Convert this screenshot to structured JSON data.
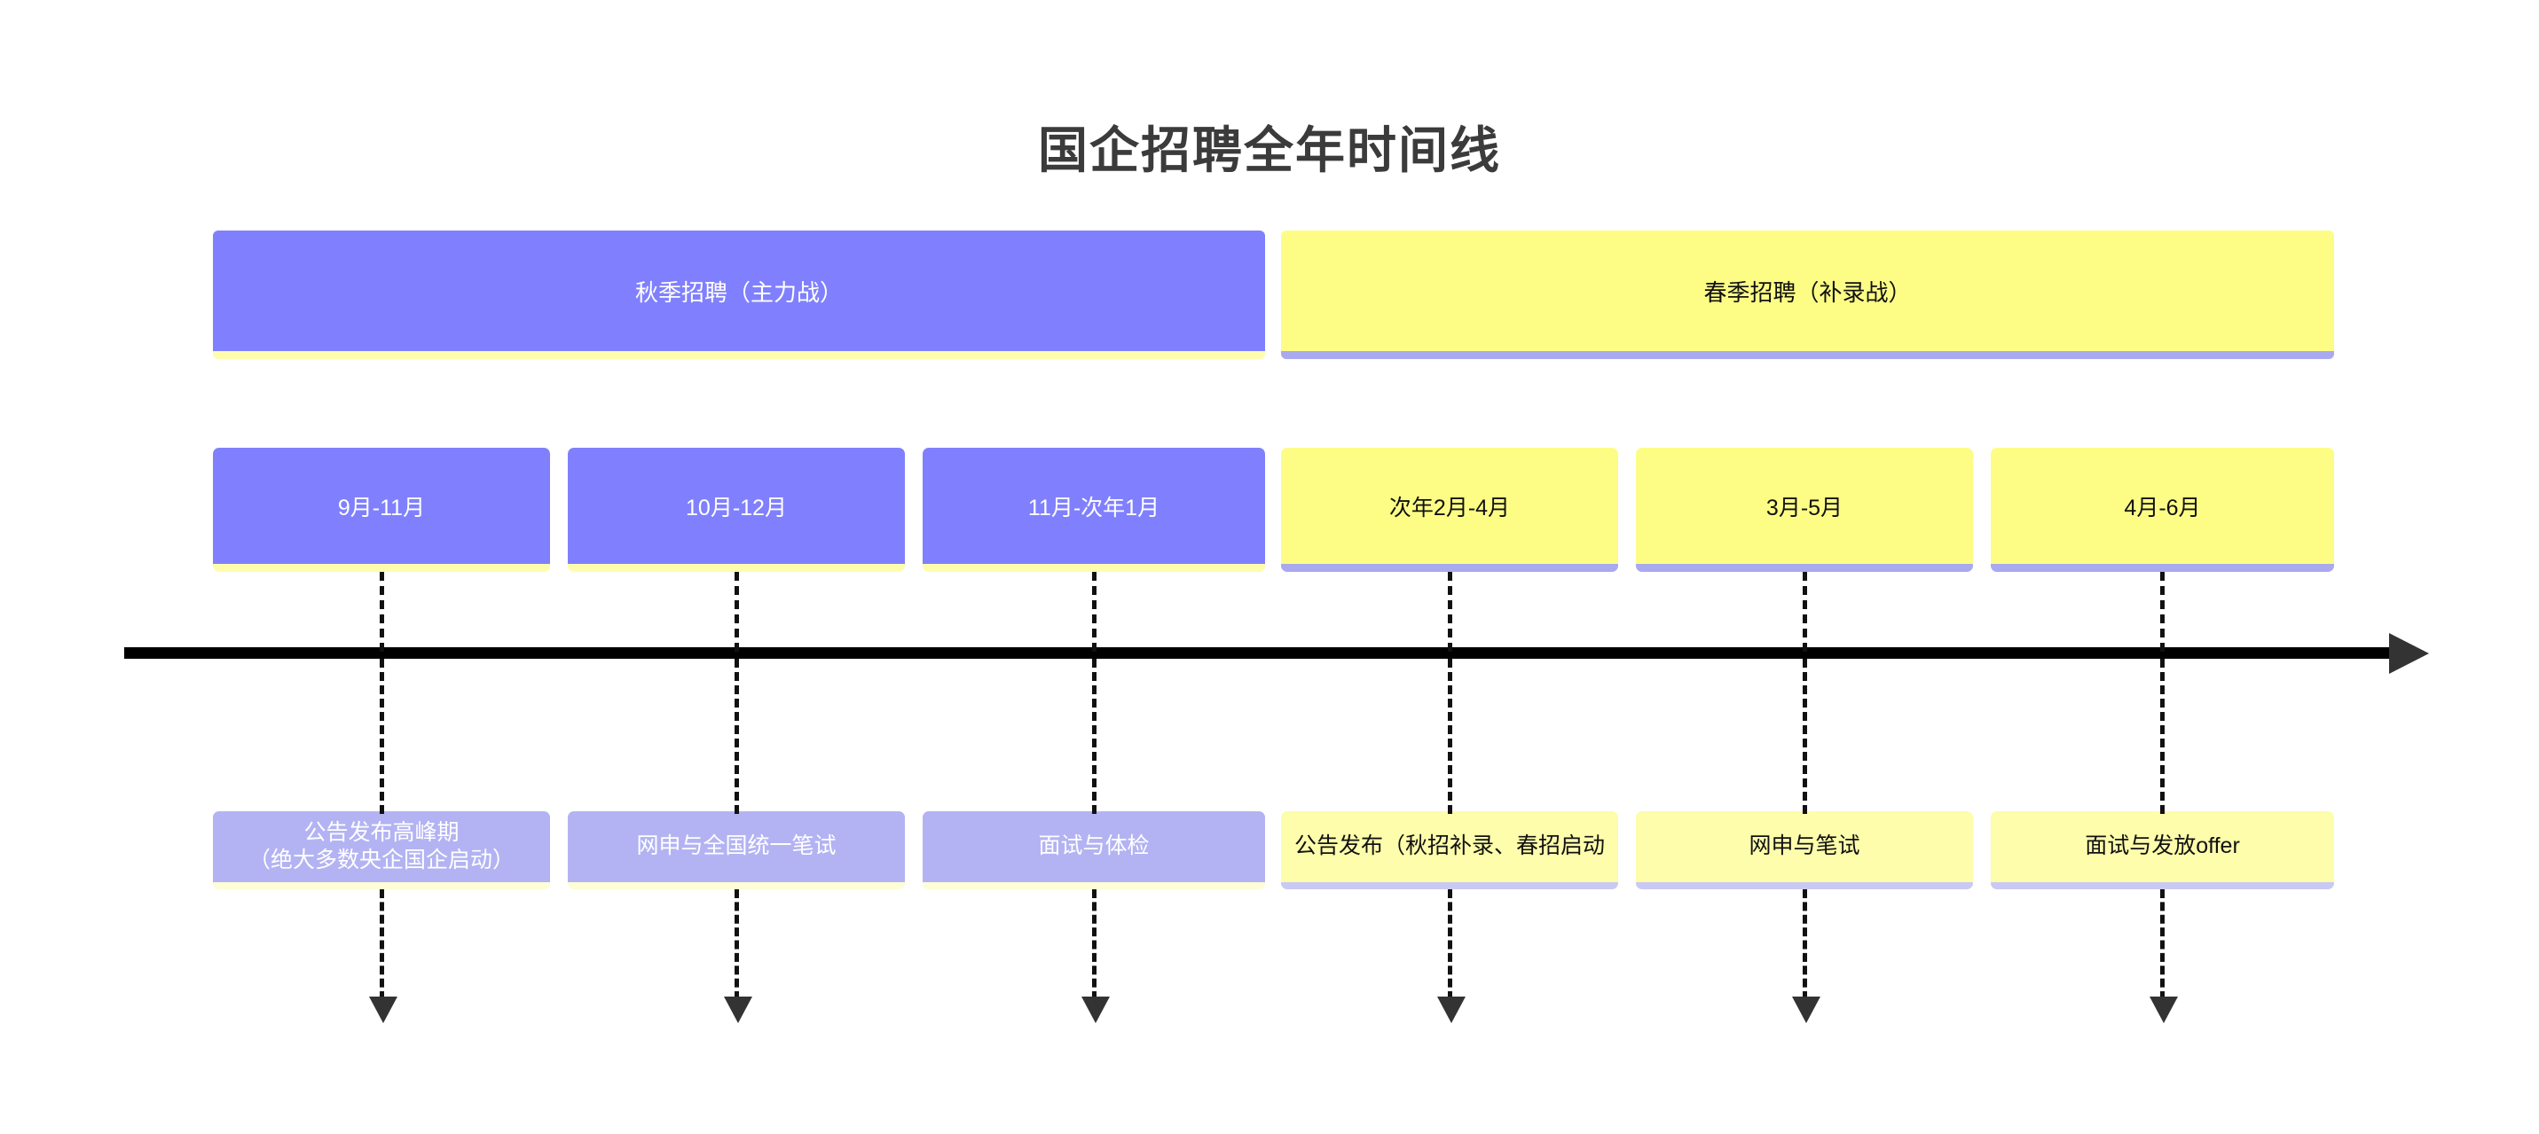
{
  "title": "国企招聘全年时间线",
  "colors": {
    "purple": "#8080FE",
    "yellow": "#FDFD86",
    "purple_light": "#B3B3F3",
    "yellow_light": "#FDFDAB",
    "title_text": "#3B3B3B",
    "axis": "#000000",
    "arrow": "#333333"
  },
  "banners": [
    {
      "label": "秋季招聘（主力战）",
      "theme": "purple"
    },
    {
      "label": "春季招聘（补录战）",
      "theme": "yellow"
    }
  ],
  "periods": [
    {
      "label": "9月-11月",
      "theme": "purple"
    },
    {
      "label": "10月-12月",
      "theme": "purple"
    },
    {
      "label": "11月-次年1月",
      "theme": "purple"
    },
    {
      "label": "次年2月-4月",
      "theme": "yellow"
    },
    {
      "label": "3月-5月",
      "theme": "yellow"
    },
    {
      "label": "4月-6月",
      "theme": "yellow"
    }
  ],
  "milestones": [
    {
      "line1": "公告发布高峰期",
      "line2": "（绝大多数央企国企启动）",
      "theme": "purple"
    },
    {
      "line1": "网申与全国统一笔试",
      "line2": "",
      "theme": "purple"
    },
    {
      "line1": "面试与体检",
      "line2": "",
      "theme": "purple"
    },
    {
      "line1": "公告发布（秋招补录、春招启动",
      "line2": "",
      "theme": "yellow"
    },
    {
      "line1": "网申与笔试",
      "line2": "",
      "theme": "yellow"
    },
    {
      "line1": "面试与发放offer",
      "line2": "",
      "theme": "yellow"
    }
  ]
}
